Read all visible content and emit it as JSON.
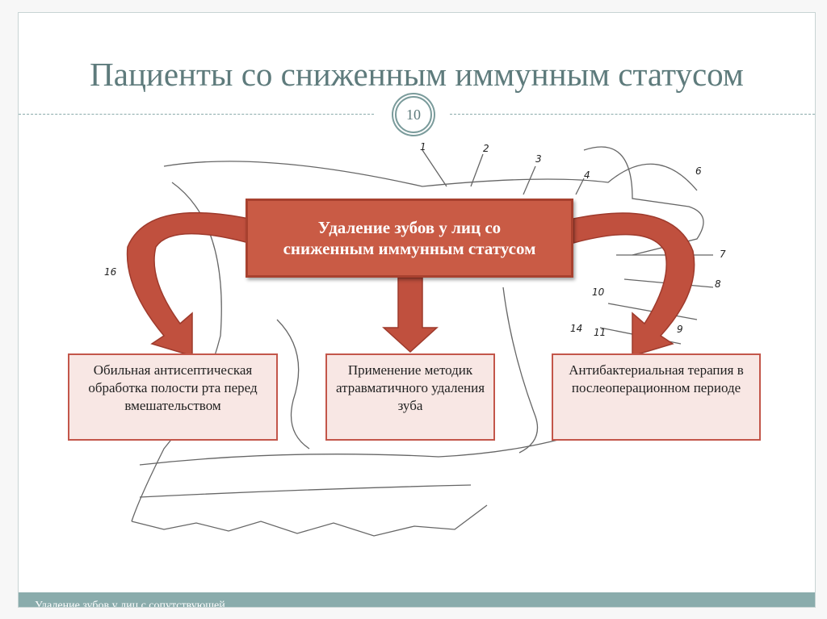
{
  "title": "Пациенты со сниженным иммунным статусом",
  "slide_number": "10",
  "center": "Удаление зубов у лиц со сниженным иммунным статусом",
  "boxes": [
    "Обильная антисептическая обработка полости рта перед вмешательством",
    "Применение методик атравматичного удаления зуба",
    "Антибактериальная терапия в послеоперационном периоде"
  ],
  "footer": "Удаление зубов у лиц с сопутствующей",
  "figure_labels": [
    "1",
    "2",
    "3",
    "4",
    "6",
    "7",
    "8",
    "9",
    "10",
    "11",
    "14",
    "16"
  ],
  "colors": {
    "accent": "#c95b45",
    "box_fill": "#f8e7e4",
    "theme": "#8aacac"
  }
}
